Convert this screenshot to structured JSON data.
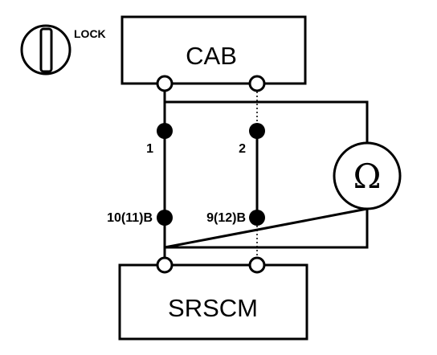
{
  "ignition": {
    "icon": "ignition-key-icon",
    "label": "LOCK"
  },
  "components": {
    "top": "CAB",
    "bottom": "SRSCM",
    "meter": "Ω"
  },
  "pins": {
    "cab_pin_1": "1",
    "cab_pin_2": "2",
    "srscm_pin_a": "10(11)B",
    "srscm_pin_b": "9(12)B"
  }
}
